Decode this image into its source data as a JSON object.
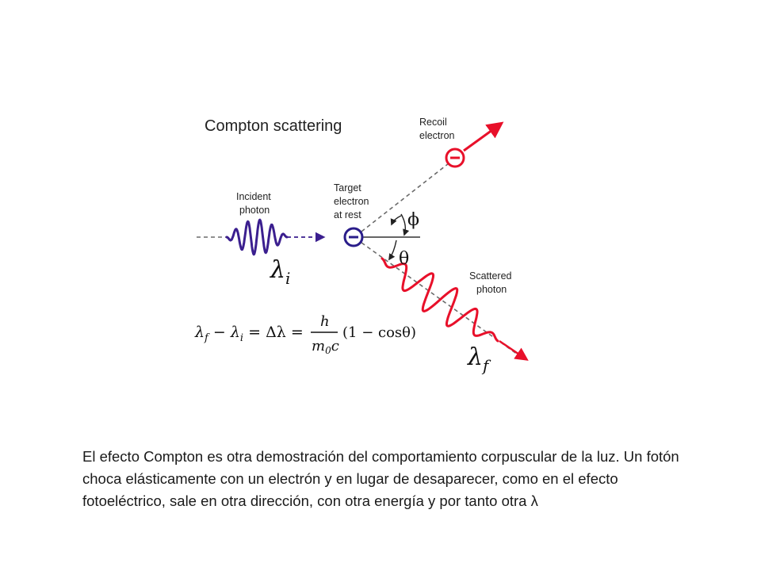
{
  "diagram": {
    "title": "Compton scattering",
    "recoil_label": [
      "Recoil",
      "electron"
    ],
    "target_label": [
      "Target",
      "electron",
      "at rest"
    ],
    "incident_label": [
      "Incident",
      "photon"
    ],
    "scattered_label": [
      "Scattered",
      "photon"
    ],
    "lambda_i": "λ",
    "lambda_i_sub": "i",
    "lambda_f": "λ",
    "lambda_f_sub": "f",
    "phi": "ϕ",
    "theta": "θ",
    "electron_symbol": "−",
    "formula": {
      "lhs": "λ",
      "lhs_sub_f": "f",
      "minus": " − λ",
      "lhs_sub_i": "i",
      "equals_delta": " = Δλ = ",
      "num": "h",
      "den_m": "m",
      "den_sub": "0",
      "den_c": "c",
      "rhs": "(1 − cosθ)"
    },
    "colors": {
      "incident": "#3b1f8f",
      "scattered": "#e8102a",
      "electron_incident": "#2a1d8a",
      "electron_recoil": "#e8102a",
      "dashed": "#6b6b6b"
    }
  },
  "caption": "El efecto Compton es otra demostración del comportamiento corpuscular de la luz. Un fotón choca elásticamente con un electrón y en lugar de desaparecer, como en el efecto fotoeléctrico, sale en otra dirección, con otra energía y por tanto otra λ"
}
